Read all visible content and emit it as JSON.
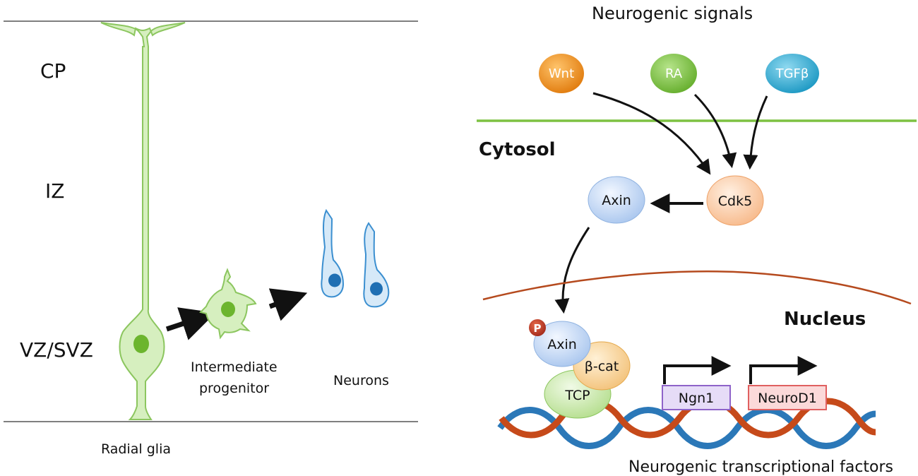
{
  "left_panel": {
    "zones": {
      "cp": "CP",
      "iz": "IZ",
      "vz_svz": "VZ/SVZ"
    },
    "cells": {
      "radial_glia": "Radial glia",
      "intermediate_line1": "Intermediate",
      "intermediate_line2": "progenitor",
      "neurons": "Neurons"
    }
  },
  "right_panel": {
    "title": "Neurogenic signals",
    "signals": {
      "wnt": "Wnt",
      "ra": "RA",
      "tgfb": "TGFβ"
    },
    "compartments": {
      "cytosol": "Cytosol",
      "nucleus": "Nucleus"
    },
    "proteins": {
      "cdk5": "Cdk5",
      "axin_cytosol": "Axin",
      "axin_nuclear": "Axin",
      "phospho": "P",
      "beta_cat": "β-cat",
      "tcp": "TCP"
    },
    "genes": {
      "ngn1": "Ngn1",
      "neurod1": "NeuroD1"
    },
    "caption": "Neurogenic transcriptional factors"
  },
  "colors": {
    "cell_green": "#a8d67a",
    "nucleus_green": "#6cb52e",
    "neuron_blue": "#3b8fd0",
    "wnt_orange": "#f08a1b",
    "ra_green": "#7cc043",
    "tgfb_teal": "#27a7cf",
    "membrane_green": "#7dc242",
    "nuclear_envelope": "#b54a1e",
    "dna_blue": "#2b78b8",
    "dna_orange": "#c64a1a",
    "ngn1_purple": "#8e63c9",
    "neurod1_red": "#e06060"
  }
}
